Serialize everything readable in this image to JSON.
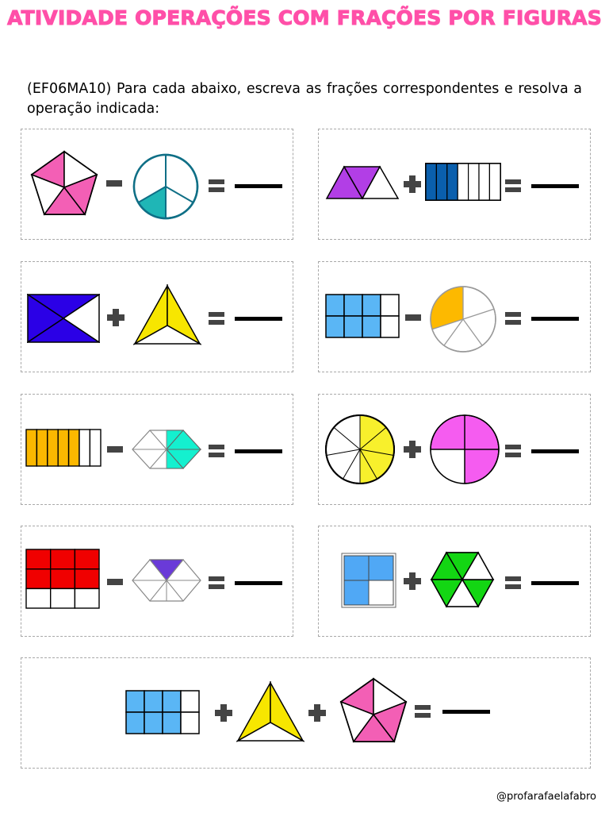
{
  "title": "ATIVIDADE OPERAÇÕES COM FRAÇÕES POR FIGURAS",
  "instruction": "(EF06MA10) Para cada abaixo, escreva as frações correspondentes e resolva a operação indicada:",
  "footer": "@profarafaelafabro",
  "colors": {
    "pink": "#f35fb5",
    "teal": "#1fb6b6",
    "purple": "#b23ee6",
    "navy": "#0a5fad",
    "indigo": "#2b00e6",
    "yellow": "#f7e600",
    "sky": "#5ab6f5",
    "orange": "#fdb900",
    "gold": "#fbb800",
    "cyan": "#14f0cf",
    "lemon": "#f8f02c",
    "magenta": "#f55cf0",
    "red": "#f00000",
    "violet": "#6a3ad8",
    "blue": "#50a8f5",
    "green": "#13d613"
  },
  "exercises": [
    {
      "id": "ex1",
      "left": "pentagon-3-of-5",
      "operator": "minus",
      "right": "circle-1-of-3"
    },
    {
      "id": "ex2",
      "left": "parallelogram-2-of-3",
      "operator": "plus",
      "right": "bar-3-of-7"
    },
    {
      "id": "ex3",
      "left": "rectangle-3-of-4",
      "operator": "plus",
      "right": "triangle-2-of-3"
    },
    {
      "id": "ex4",
      "left": "grid-6-of-8",
      "operator": "minus",
      "right": "circle-2-of-5"
    },
    {
      "id": "ex5",
      "left": "bar-5-of-7",
      "operator": "minus",
      "right": "hexagon-4-of-8"
    },
    {
      "id": "ex6",
      "left": "circle-4-of-9",
      "operator": "plus",
      "right": "circle-3-of-4"
    },
    {
      "id": "ex7",
      "left": "grid-6-of-9",
      "operator": "minus",
      "right": "hexagon-1-of-6"
    },
    {
      "id": "ex8",
      "left": "square-3-of-4",
      "operator": "plus",
      "right": "hexagon-4-of-6"
    },
    {
      "id": "ex9",
      "first": "grid-6-of-8",
      "op1": "plus",
      "second": "triangle-2-of-3",
      "op2": "plus",
      "third": "pentagon-3-of-5"
    }
  ]
}
